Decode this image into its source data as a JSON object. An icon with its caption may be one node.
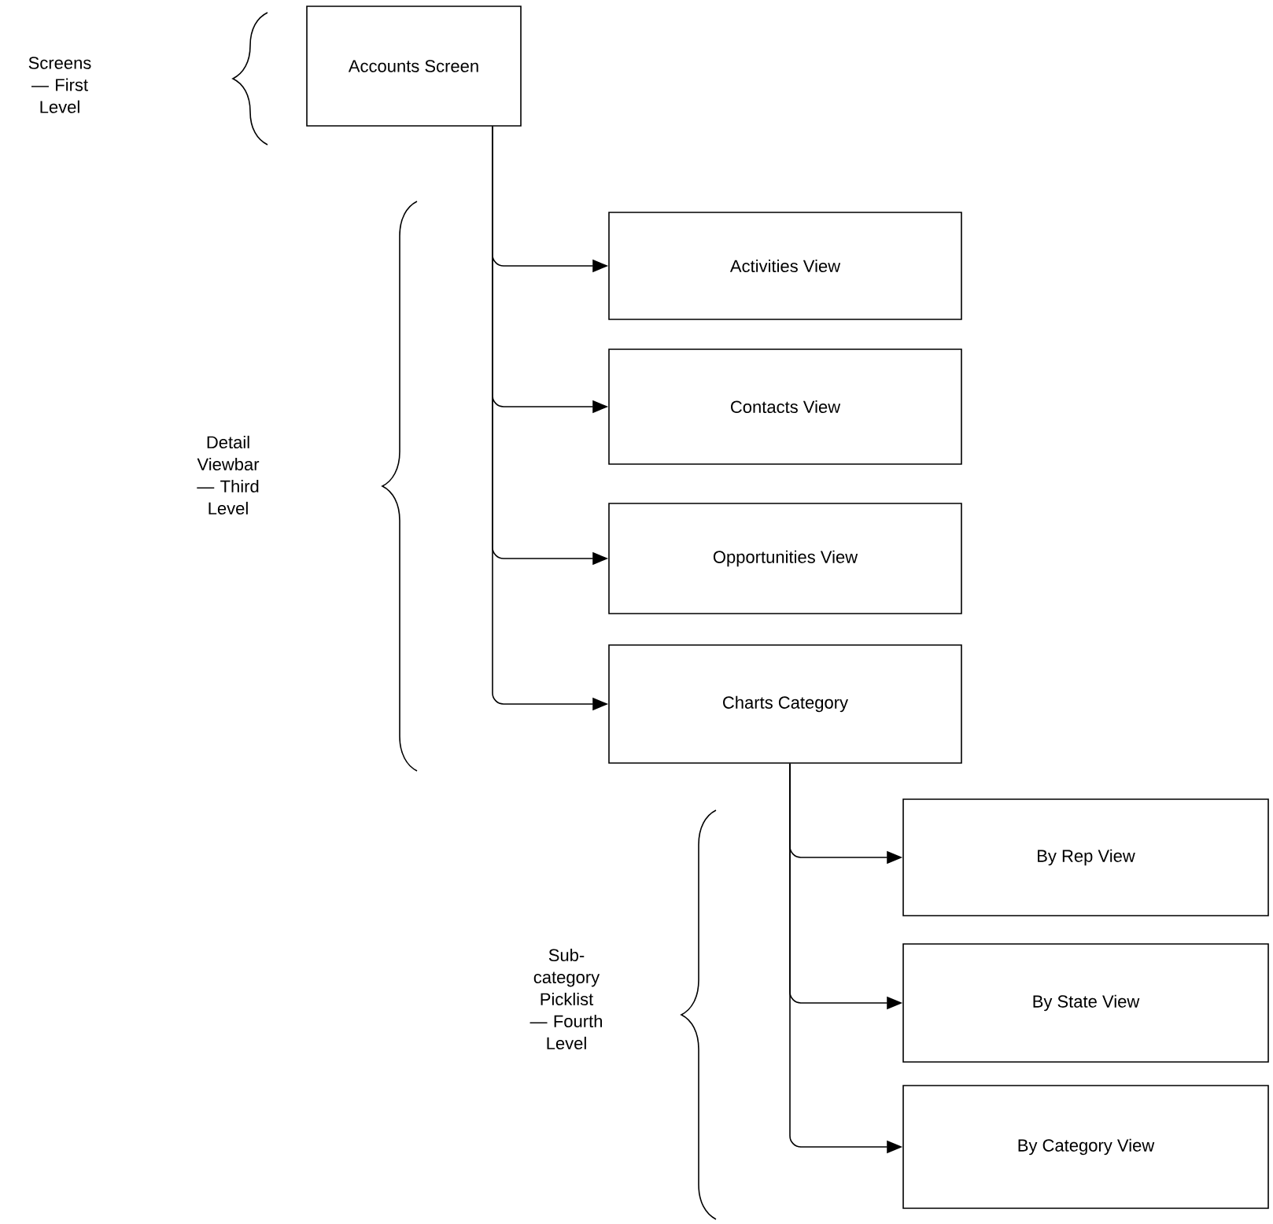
{
  "diagram": {
    "nodes": [
      {
        "text": [
          "Accounts Screen"
        ]
      },
      {
        "text": [
          "Activities View"
        ]
      },
      {
        "text": [
          "Contacts View"
        ]
      },
      {
        "text": [
          "Opportunities View"
        ]
      },
      {
        "text": [
          "Charts Category"
        ]
      },
      {
        "text": [
          "By Rep View"
        ]
      },
      {
        "text": [
          "By State View"
        ]
      },
      {
        "text": [
          "By Category View"
        ]
      }
    ],
    "edges": [
      {
        "from": 0,
        "to": 1,
        "arrow": "to"
      },
      {
        "from": 0,
        "to": 2,
        "arrow": "to"
      },
      {
        "from": 0,
        "to": 3,
        "arrow": "to"
      },
      {
        "from": 0,
        "to": 4,
        "arrow": "to"
      },
      {
        "from": 4,
        "to": 5,
        "arrow": "to"
      },
      {
        "from": 4,
        "to": 6,
        "arrow": "to"
      },
      {
        "from": 4,
        "to": 7,
        "arrow": "to"
      }
    ],
    "labels": [
      "Screens — First Level",
      "Detail Viewbar — Third Level",
      "Sub-category Picklist — Fourth Level"
    ]
  }
}
